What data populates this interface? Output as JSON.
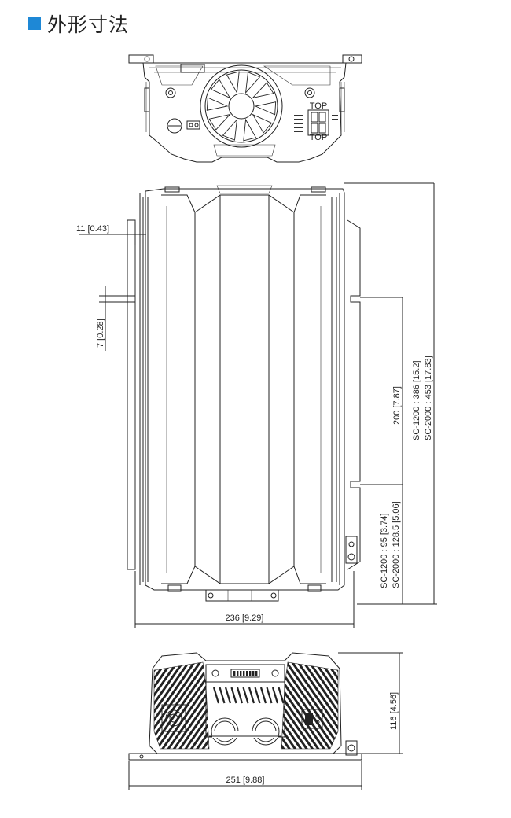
{
  "header": {
    "title": "外形寸法",
    "accent_color": "#1e88d6"
  },
  "dimensions": {
    "flange_width": "11 [0.43]",
    "flange_height": "7 [0.28]",
    "slot_spacing": "200 [7.87]",
    "length_sc1200": "SC-1200 : 386 [15.2]",
    "length_sc2000": "SC-2000 : 453 [17.83]",
    "mount_sc1200": "SC-1200 : 95 [3.74]",
    "mount_sc2000": "SC-2000 : 128.5 [5.06]",
    "body_width": "236 [9.29]",
    "overall_width": "251 [9.88]",
    "height": "116 [4.56]"
  },
  "panel_labels": {
    "remote_top": "TOP",
    "remote_bottom": "TOP"
  }
}
